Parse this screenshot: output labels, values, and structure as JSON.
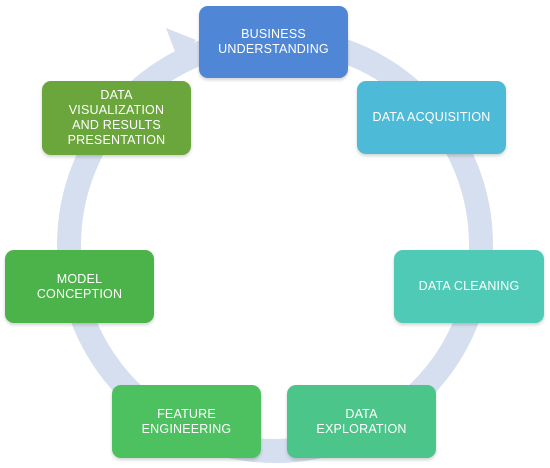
{
  "diagram": {
    "steps": [
      {
        "label": "BUSINESS\nUNDERSTANDING",
        "color": "#4f86d6"
      },
      {
        "label": "DATA ACQUISITION",
        "color": "#4dbbd8"
      },
      {
        "label": "DATA  CLEANING",
        "color": "#4fcab6"
      },
      {
        "label": "DATA\nEXPLORATION",
        "color": "#4bc58a"
      },
      {
        "label": "FEATURE\nENGINEERING",
        "color": "#4dc060"
      },
      {
        "label": "MODEL\nCONCEPTION",
        "color": "#4cb24a"
      },
      {
        "label": "DATA\nVISUALIZATION\nAND RESULTS\nPRESENTATION",
        "color": "#6ba63c"
      }
    ],
    "ring_color": "#d5dfef"
  }
}
